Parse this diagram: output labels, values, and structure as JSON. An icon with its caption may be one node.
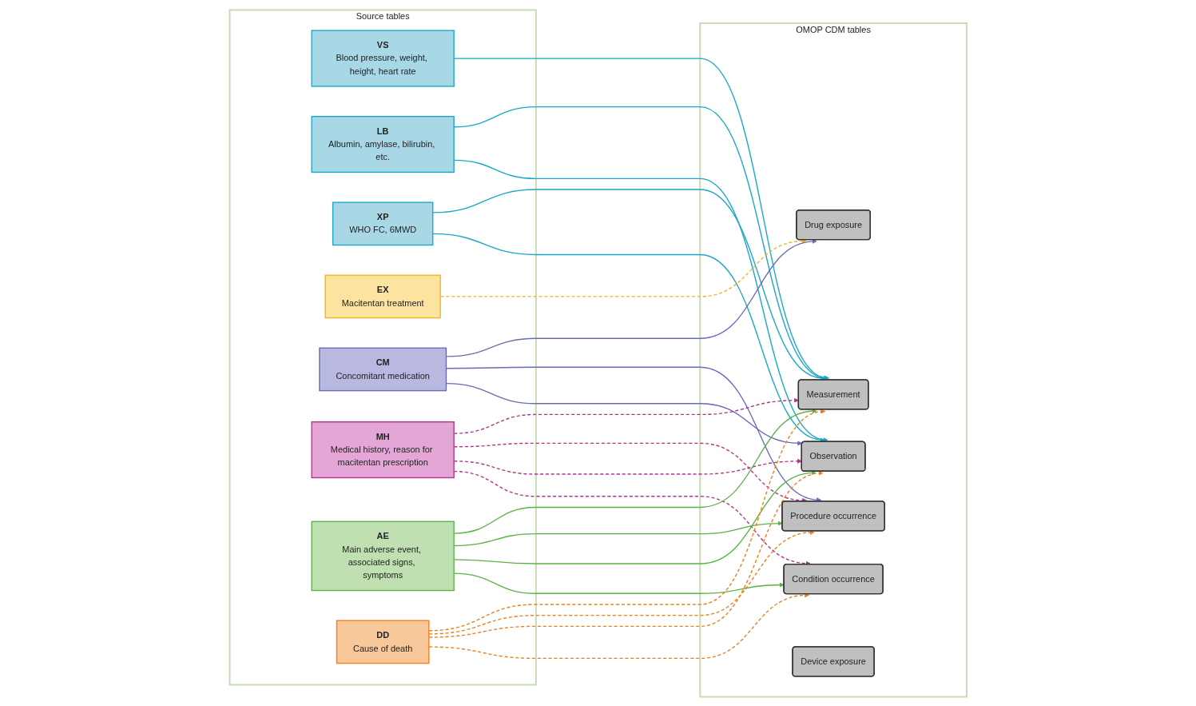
{
  "diagram": {
    "nodes": [
      {
        "text": [
          "Source tables"
        ]
      },
      {
        "text": [
          "VS",
          "Blood pressure, weight, height, heart rate"
        ],
        "in": 0
      },
      {
        "text": [
          "LB",
          "Albumin, amylase, bilirubin, etc."
        ],
        "in": 0
      },
      {
        "text": [
          "XP",
          "WHO FC, 6MWD"
        ],
        "in": 0
      },
      {
        "text": [
          "EX",
          "Macitentan treatment"
        ],
        "in": 0
      },
      {
        "text": [
          "CM",
          "Concomitant medication"
        ],
        "in": 0
      },
      {
        "text": [
          "MH",
          "Medical history, reason for macitentan prescription"
        ],
        "in": 0
      },
      {
        "text": [
          "AE",
          "Main adverse event, associated signs, symptoms"
        ],
        "in": 0
      },
      {
        "text": [
          "DD",
          "Cause of death"
        ],
        "in": 0
      },
      {
        "text": [
          "OMOP CDM tables"
        ]
      },
      {
        "text": [
          "Measurement"
        ],
        "in": 9
      },
      {
        "text": [
          "Drug exposure"
        ],
        "in": 9
      },
      {
        "text": [
          "Procedure occurrence"
        ],
        "in": 9
      },
      {
        "text": [
          "Observation"
        ],
        "in": 9
      },
      {
        "text": [
          "Condition occurrence"
        ],
        "in": 9
      },
      {
        "text": [
          "Device exposure"
        ],
        "in": 9
      }
    ],
    "edges": [
      {
        "from": 1,
        "to": 10,
        "arrow": "to",
        "color": "#1aa7c9"
      },
      {
        "from": 2,
        "to": 10,
        "arrow": "to",
        "color": "#1aa7c9"
      },
      {
        "from": 3,
        "to": 10,
        "arrow": "to",
        "color": "#1aa7c9"
      },
      {
        "from": 2,
        "to": 13,
        "arrow": "to",
        "color": "#1aa7c9"
      },
      {
        "from": 3,
        "to": 13,
        "arrow": "to",
        "color": "#1aa7c9"
      },
      {
        "from": 4,
        "to": 11,
        "arrow": "to",
        "style": "dashed",
        "color": "#f0b323"
      },
      {
        "from": 5,
        "to": 11,
        "arrow": "to",
        "color": "#6a6ab5"
      },
      {
        "from": 5,
        "to": 12,
        "arrow": "to",
        "color": "#6a6ab5"
      },
      {
        "from": 5,
        "to": 13,
        "arrow": "to",
        "color": "#6a6ab5"
      },
      {
        "from": 6,
        "to": 10,
        "arrow": "to",
        "style": "dashed",
        "color": "#b0358a"
      },
      {
        "from": 6,
        "to": 12,
        "arrow": "to",
        "style": "dashed",
        "color": "#b0358a"
      },
      {
        "from": 6,
        "to": 13,
        "arrow": "to",
        "style": "dashed",
        "color": "#b0358a"
      },
      {
        "from": 6,
        "to": 14,
        "arrow": "to",
        "style": "dashed",
        "color": "#b0358a"
      },
      {
        "from": 7,
        "to": 10,
        "arrow": "to",
        "color": "#5cb247"
      },
      {
        "from": 7,
        "to": 12,
        "arrow": "to",
        "color": "#5cb247"
      },
      {
        "from": 7,
        "to": 13,
        "arrow": "to",
        "color": "#5cb247"
      },
      {
        "from": 7,
        "to": 14,
        "arrow": "to",
        "color": "#5cb247"
      },
      {
        "from": 8,
        "to": 10,
        "arrow": "to",
        "style": "dashed",
        "color": "#ef7d1a"
      },
      {
        "from": 8,
        "to": 12,
        "arrow": "to",
        "style": "dashed",
        "color": "#ef7d1a"
      },
      {
        "from": 8,
        "to": 13,
        "arrow": "to",
        "style": "dashed",
        "color": "#ef7d1a"
      },
      {
        "from": 8,
        "to": 14,
        "arrow": "to",
        "style": "dashed",
        "color": "#ef7d1a"
      }
    ]
  }
}
